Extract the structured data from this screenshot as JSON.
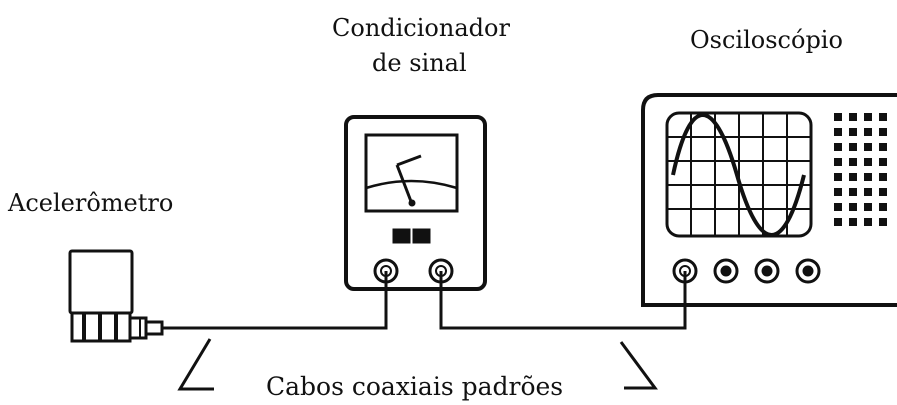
{
  "labels": {
    "accelerometer": "Acelerômetro",
    "conditioner_line1": "Condicionador",
    "conditioner_line2": "de sinal",
    "oscilloscope": "Osciloscópio",
    "cables": "Cabos coaxiais padrões"
  },
  "colors": {
    "ink": "#111111",
    "background": "#ffffff"
  }
}
